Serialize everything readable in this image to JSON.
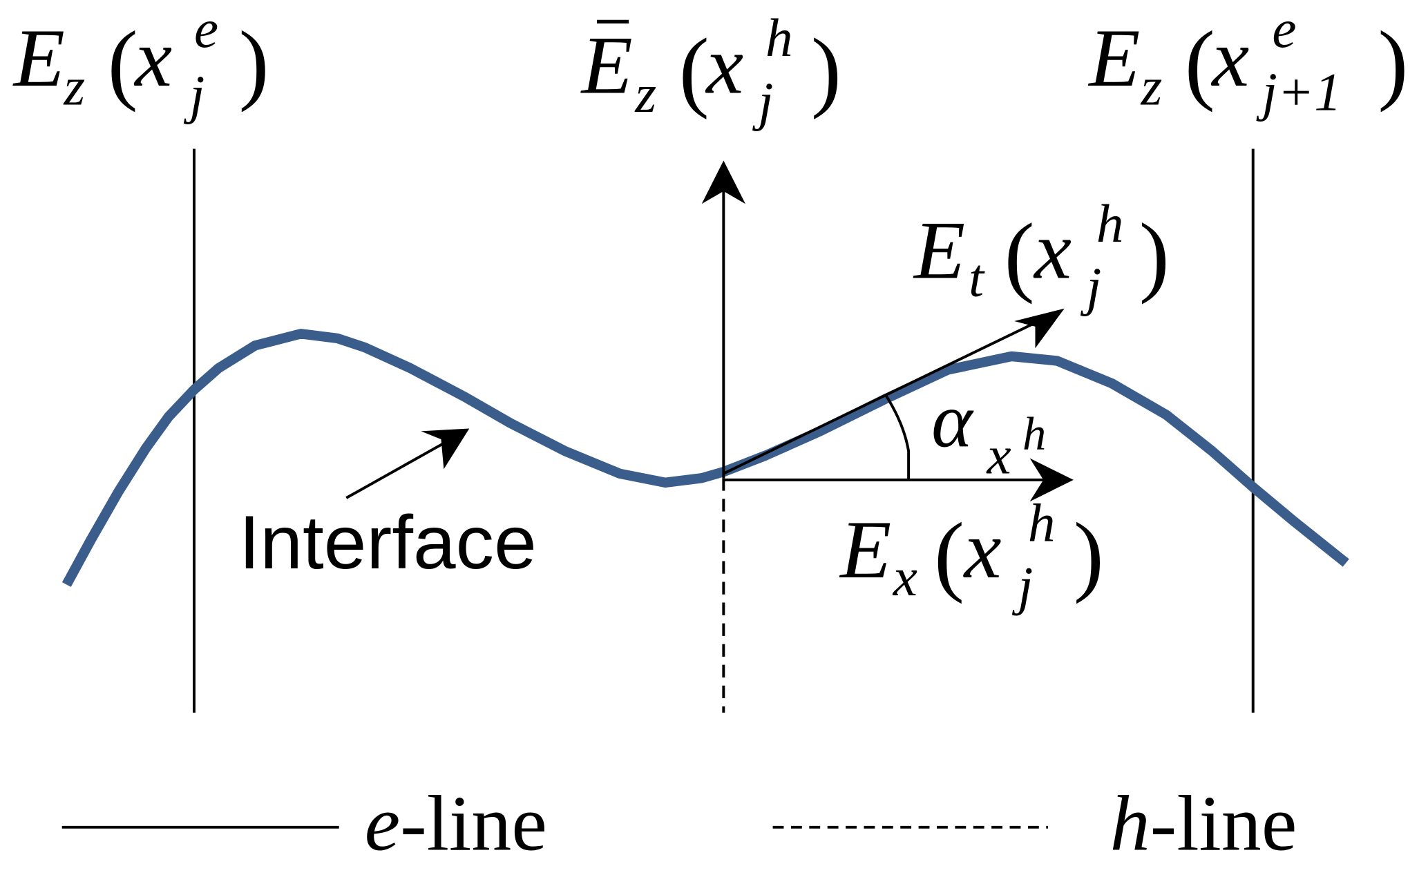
{
  "colors": {
    "interface": "#3a5d8c",
    "ink": "#000000"
  },
  "labels": {
    "ez_e": {
      "main": "E",
      "sub": "z",
      "open": "(",
      "var": "x",
      "sup": "e",
      "idx": "j",
      "close": ")"
    },
    "ezbar_h": {
      "main": "E",
      "sub": "z",
      "open": "(",
      "var": "x",
      "sup": "h",
      "idx": "j",
      "close": ")"
    },
    "ez_e_next": {
      "main": "E",
      "sub": "z",
      "open": "(",
      "var": "x",
      "sup": "e",
      "idx": "j+1",
      "close": ")"
    },
    "et_h": {
      "main": "E",
      "sub": "t",
      "open": "(",
      "var": "x",
      "sup": "h",
      "idx": "j",
      "close": ")"
    },
    "ex_h": {
      "main": "E",
      "sub": "x",
      "open": "(",
      "var": "x",
      "sup": "h",
      "idx": "j",
      "close": ")"
    },
    "alpha": {
      "main": "α",
      "sub": "x",
      "sup": "h"
    },
    "interface": "Interface"
  },
  "legend": {
    "e_line": {
      "symbol": "e",
      "text": "-line"
    },
    "h_line": {
      "symbol": "h",
      "text": "-line"
    }
  }
}
